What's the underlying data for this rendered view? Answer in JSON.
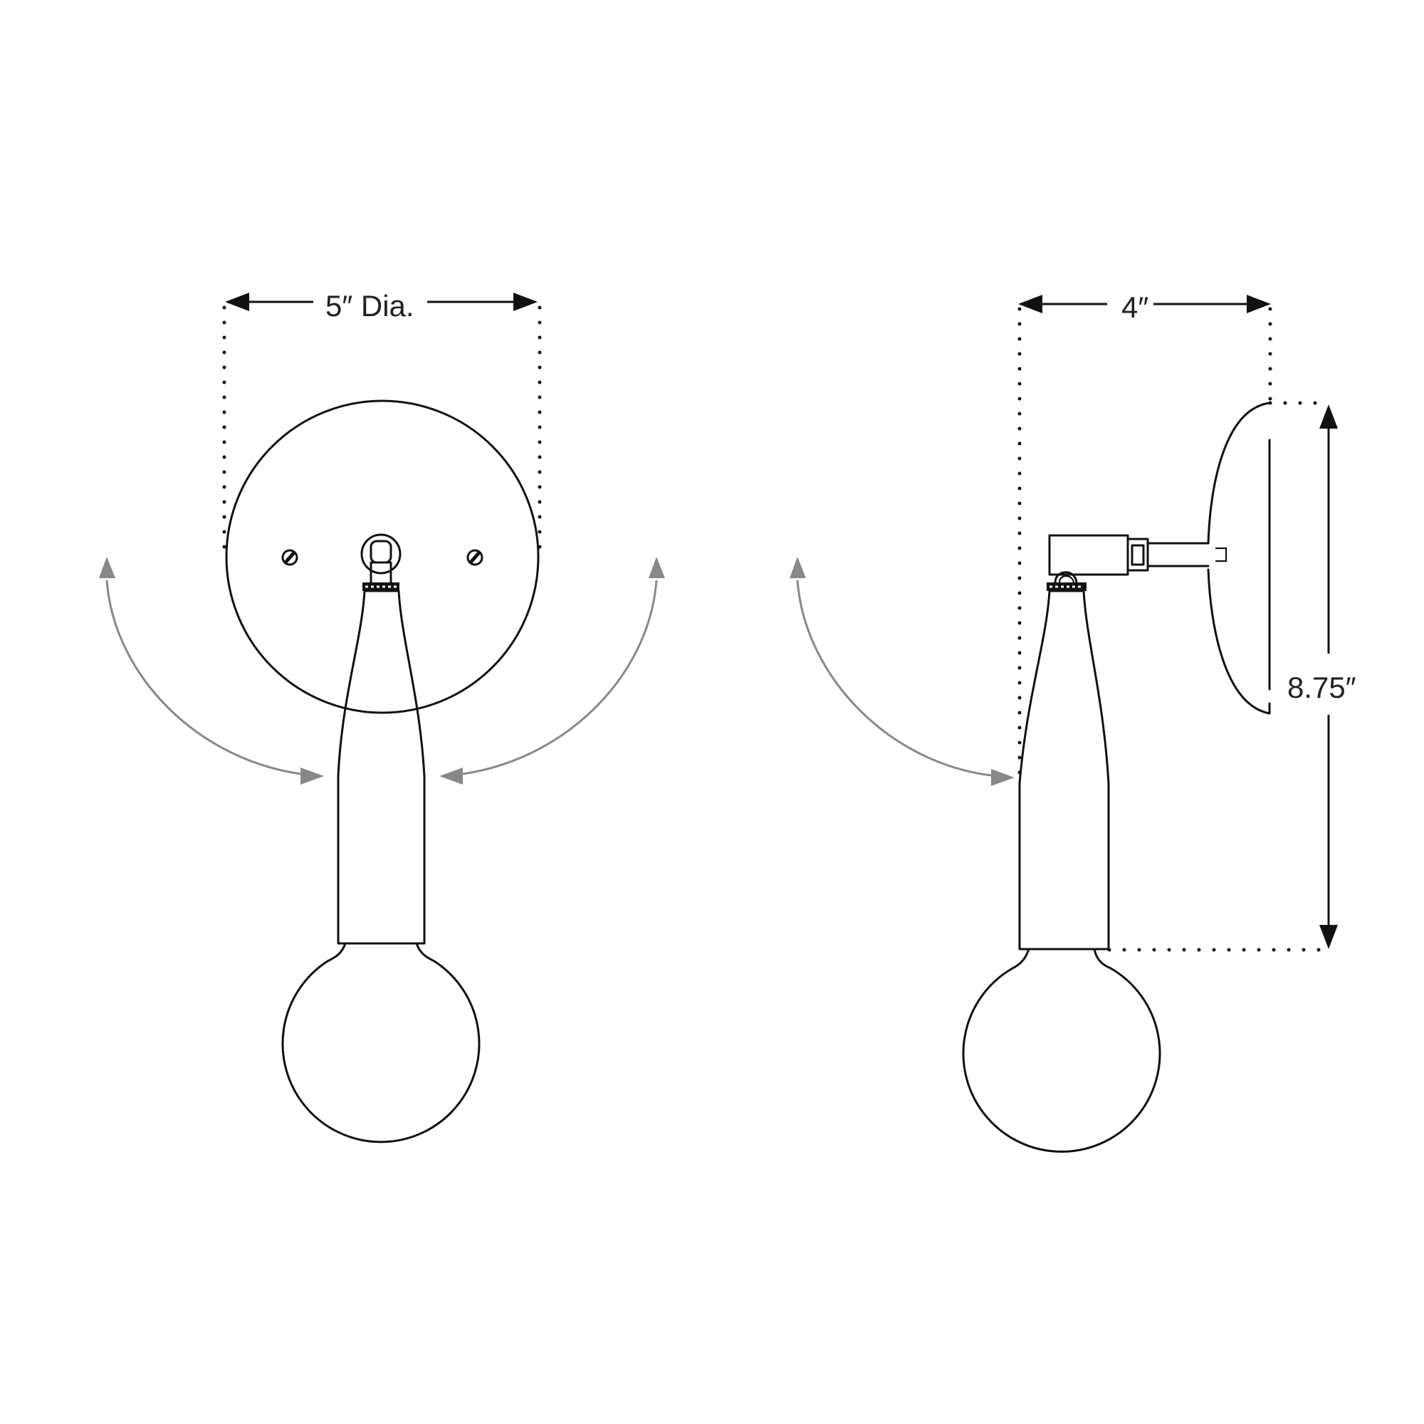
{
  "drawing": {
    "type": "technical dimension drawing — wall sconce",
    "views": [
      {
        "name": "front view",
        "label": "5″ Dia.",
        "dimension": "backplate diameter"
      },
      {
        "name": "side view",
        "labels": [
          {
            "text": "4″",
            "dimension": "extension from wall"
          },
          {
            "text": "8.75″",
            "dimension": "overall height"
          }
        ]
      }
    ],
    "colors": {
      "line": "#111111",
      "rotation_arrows": "#888888",
      "background": "#ffffff"
    }
  },
  "labels": {
    "front_width": "5″ Dia.",
    "side_depth": "4″",
    "side_height": "8.75″"
  }
}
